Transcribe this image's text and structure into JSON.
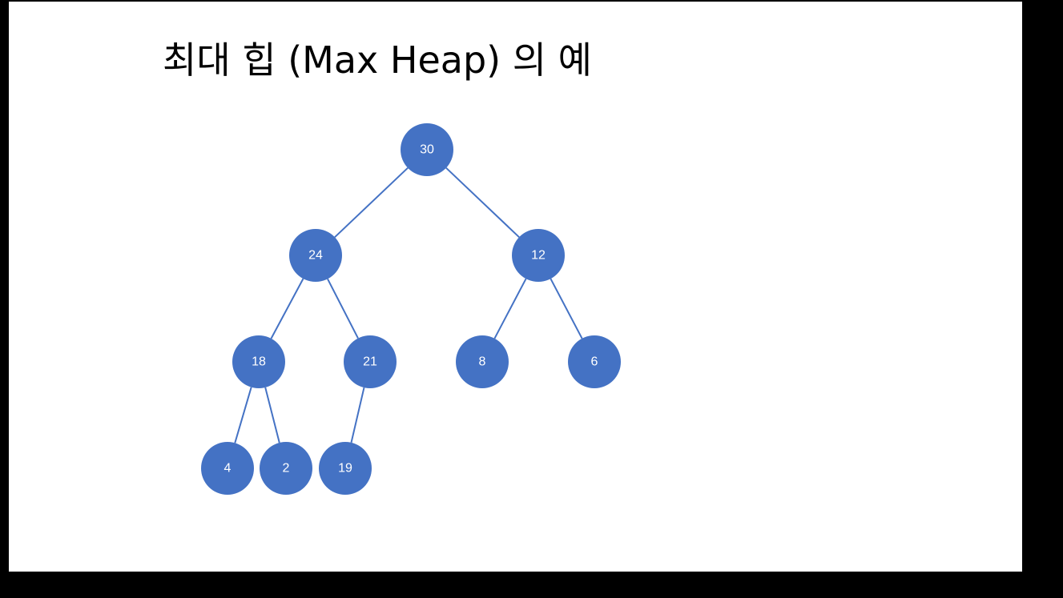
{
  "slide": {
    "title": "최대 힙 (Max Heap) 의 예"
  },
  "colors": {
    "node_fill": "#4472c4",
    "edge": "#4472c4",
    "node_text": "#ffffff",
    "background": "#ffffff"
  },
  "heap": {
    "nodes": [
      {
        "id": "n0",
        "label": "30"
      },
      {
        "id": "n1",
        "label": "24"
      },
      {
        "id": "n2",
        "label": "12"
      },
      {
        "id": "n3",
        "label": "18"
      },
      {
        "id": "n4",
        "label": "21"
      },
      {
        "id": "n5",
        "label": "8"
      },
      {
        "id": "n6",
        "label": "6"
      },
      {
        "id": "n7",
        "label": "4"
      },
      {
        "id": "n8",
        "label": "2"
      },
      {
        "id": "n9",
        "label": "19"
      }
    ],
    "edges": [
      [
        "n0",
        "n1"
      ],
      [
        "n0",
        "n2"
      ],
      [
        "n1",
        "n3"
      ],
      [
        "n1",
        "n4"
      ],
      [
        "n2",
        "n5"
      ],
      [
        "n2",
        "n6"
      ],
      [
        "n3",
        "n7"
      ],
      [
        "n3",
        "n8"
      ],
      [
        "n4",
        "n9"
      ]
    ]
  }
}
